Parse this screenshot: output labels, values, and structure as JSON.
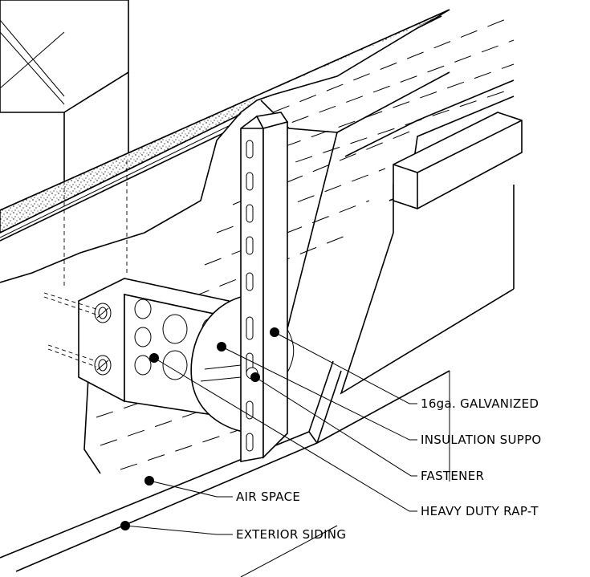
{
  "labels": {
    "galvanized": "16ga. GALVANIZED",
    "insulation_support": "INSULATION SUPPO",
    "fastener": "FASTENER",
    "heavy_duty": "HEAVY DUTY RAP-T",
    "air_space": "AIR SPACE",
    "exterior_siding": "EXTERIOR SIDING"
  },
  "colors": {
    "line": "#000000",
    "background": "#ffffff"
  }
}
